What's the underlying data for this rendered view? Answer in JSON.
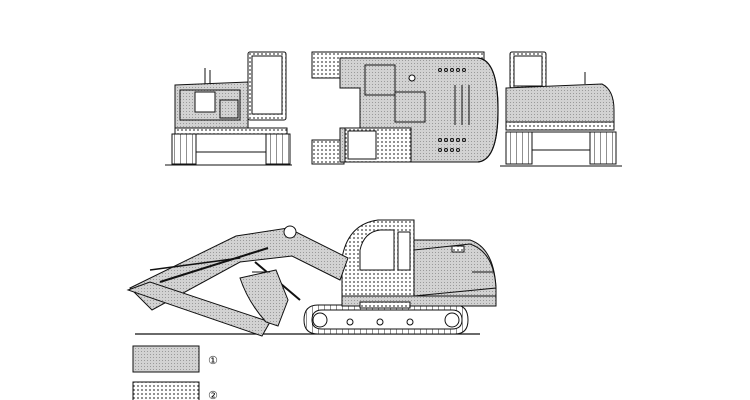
{
  "legend": {
    "items": [
      {
        "marker": "①",
        "pattern": "solid-gray"
      },
      {
        "marker": "②",
        "pattern": "dotted"
      }
    ]
  },
  "colors": {
    "gray_fill": "#cfcfcf",
    "line": "#111111",
    "dot": "#555555"
  },
  "views": [
    "side-view",
    "top-view",
    "rear-view",
    "excavator-side-elevation"
  ]
}
